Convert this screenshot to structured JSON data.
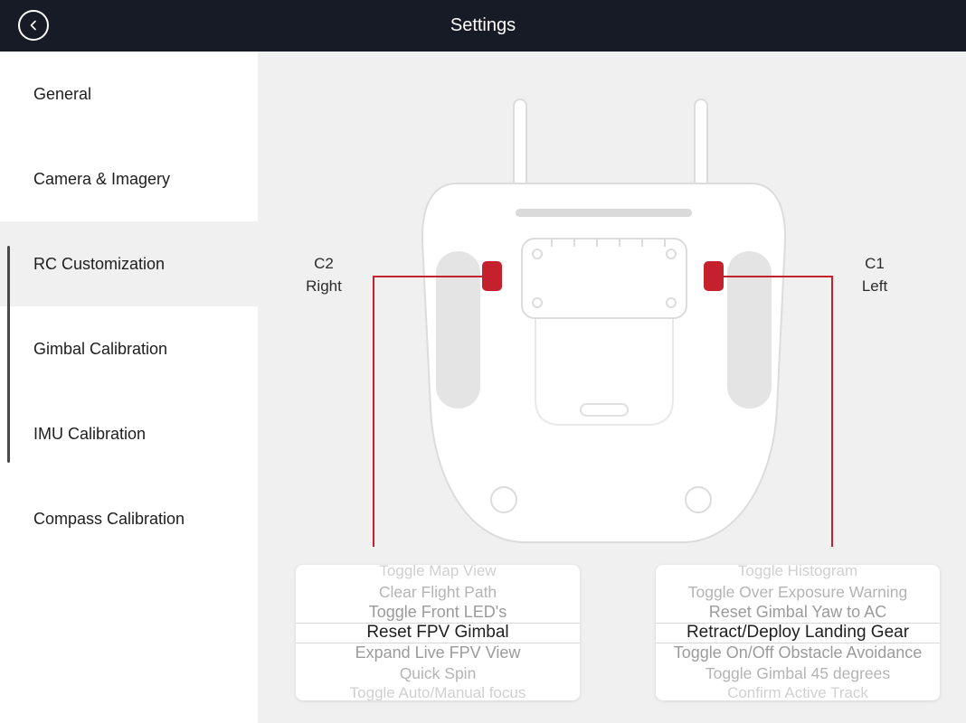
{
  "header": {
    "title": "Settings",
    "back_icon": "chevron-left-icon"
  },
  "sidebar": {
    "items": [
      {
        "label": "General",
        "selected": false
      },
      {
        "label": "Camera & Imagery",
        "selected": false
      },
      {
        "label": "RC Customization",
        "selected": true
      },
      {
        "label": "Gimbal Calibration",
        "selected": false
      },
      {
        "label": "IMU Calibration",
        "selected": false
      },
      {
        "label": "Compass Calibration",
        "selected": false
      }
    ]
  },
  "diagram": {
    "left_label_line1": "C2",
    "left_label_line2": "Right",
    "right_label_line1": "C1",
    "right_label_line2": "Left",
    "accent_color": "#c4202e"
  },
  "pickers": {
    "left": {
      "button": "C2",
      "options": [
        "Toggle Map View",
        "Clear Flight Path",
        "Toggle Front LED's",
        "Reset FPV Gimbal",
        "Expand Live FPV View",
        "Quick Spin",
        "Toggle Auto/Manual focus"
      ],
      "selected_index": 3,
      "selected": "Reset FPV Gimbal"
    },
    "right": {
      "button": "C1",
      "options": [
        "Toggle Histogram",
        "Toggle Over Exposure Warning",
        "Reset Gimbal Yaw to AC",
        "Retract/Deploy Landing Gear",
        "Toggle On/Off Obstacle Avoidance",
        "Toggle Gimbal 45 degrees",
        "Confirm Active Track"
      ],
      "selected_index": 3,
      "selected": "Retract/Deploy Landing Gear"
    }
  }
}
